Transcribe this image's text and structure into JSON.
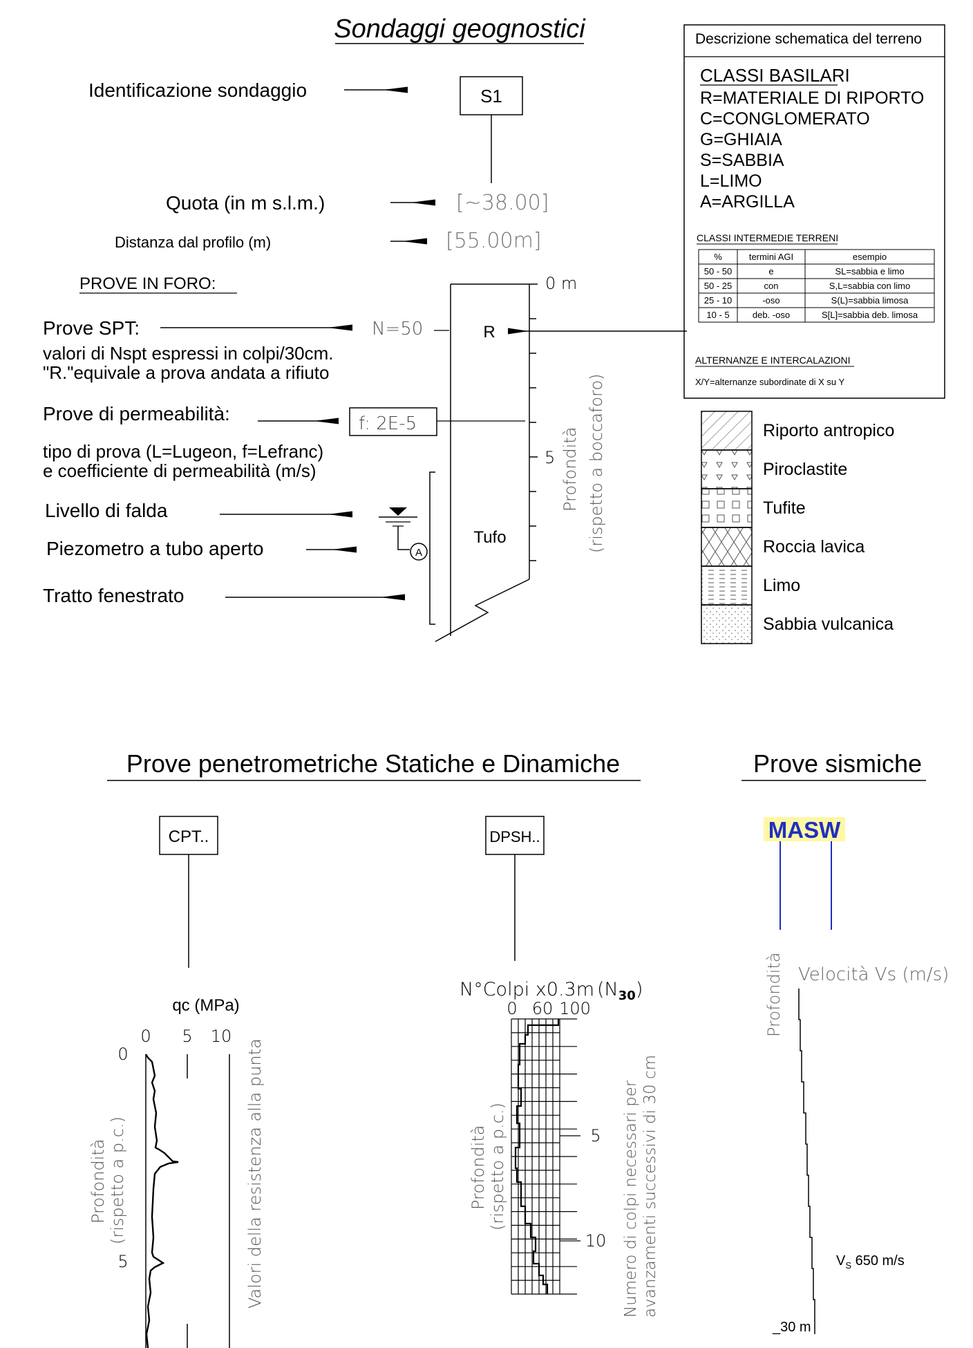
{
  "titles": {
    "sondaggi": "Sondaggi geognostici",
    "penetrometriche": "Prove penetrometriche Statiche e Dinamiche",
    "sismiche": "Prove sismiche"
  },
  "legend": {
    "identificazione": "Identificazione sondaggio",
    "sondaggio_id": "S1",
    "quota_label": "Quota (in m s.l.m.)",
    "quota_value": "[~38.00]",
    "distanza_label": "Distanza dal profilo (m)",
    "distanza_value": "[55.00m]",
    "prove_in_foro": "PROVE IN FORO:",
    "spt_label": "Prove SPT:",
    "spt_value": "N=50",
    "spt_desc1": "valori di Nspt espressi in colpi/30cm.",
    "spt_desc2": "\"R.\"equivale a prova andata a rifiuto",
    "perm_label": "Prove di permeabilità:",
    "perm_value": "f: 2E-5",
    "perm_desc1": "tipo di prova (L=Lugeon, f=Lefranc)",
    "perm_desc2": "e coefficiente di permeabilità (m/s)",
    "falda": "Livello di falda",
    "piezometro": "Piezometro a tubo aperto",
    "piezo_symbol": "A",
    "fenestrato": "Tratto fenestrato",
    "depth0": "0  m",
    "depth5": "5",
    "layer_r": "R",
    "layer_tufo": "Tufo",
    "profondita": "Profondità",
    "rispetto_bocca": "(rispetto a boccaforo)"
  },
  "terrain_box": {
    "title": "Descrizione schematica del terreno",
    "classi_title": "CLASSI BASILARI",
    "classi": [
      "R=MATERIALE DI RIPORTO",
      "C=CONGLOMERATO",
      "G=GHIAIA",
      "S=SABBIA",
      "L=LIMO",
      "A=ARGILLA"
    ],
    "intermedie_title": "CLASSI INTERMEDIE TERRENI",
    "table_headers": [
      "%",
      "termini AGI",
      "esempio"
    ],
    "table_rows": [
      [
        "50 - 50",
        "e",
        "SL=sabbia e limo"
      ],
      [
        "50 - 25",
        "con",
        "S,L=sabbia con limo"
      ],
      [
        "25 - 10",
        "-oso",
        "S(L)=sabbia limosa"
      ],
      [
        "10 - 5",
        "deb. -oso",
        "S[L]=sabbia deb. limosa"
      ]
    ],
    "alternanze_title": "ALTERNANZE E INTERCALAZIONI",
    "alternanze_text": "X/Y=alternanze subordinate di X su Y"
  },
  "lithology": [
    {
      "label": "Riporto antropico",
      "pattern": "hatch"
    },
    {
      "label": "Piroclastite",
      "pattern": "triangles"
    },
    {
      "label": "Tufite",
      "pattern": "squares"
    },
    {
      "label": "Roccia lavica",
      "pattern": "crosshatch"
    },
    {
      "label": "Limo",
      "pattern": "dashes"
    },
    {
      "label": "Sabbia vulcanica",
      "pattern": "dots"
    }
  ],
  "cpt": {
    "id": "CPT..",
    "axis_title": "qc (MPa)",
    "ticks": [
      "0",
      "5",
      "10"
    ],
    "depth_ticks": [
      "0",
      "5"
    ],
    "ylabel1": "Profondità",
    "ylabel2": "(rispetto a p.c.)",
    "side_label": "Valori della resistenza alla punta"
  },
  "dpsh": {
    "id": "DPSH..",
    "axis_title": "N°Colpi x0.3m",
    "axis_unit": "(N",
    "axis_sub": "30",
    "axis_close": ")",
    "ticks": [
      "0",
      "60",
      "100"
    ],
    "depth_ticks": [
      "5",
      "10"
    ],
    "ylabel1": "Profondità",
    "ylabel2": "(rispetto a p.c.)",
    "side_label1": "Numero di colpi necessari per",
    "side_label2": "avanzamenti successivi di 30 cm"
  },
  "masw": {
    "id": "MASW",
    "title": "Velocità Vs (m/s)",
    "ylabel": "Profondità",
    "vs_prefix": "V",
    "vs_sub": "S",
    "vs_value": " 650 m/s",
    "depth_label": "_30 m"
  },
  "colors": {
    "masw_text": "#1f2fbf",
    "masw_bg": "#fff7a6",
    "masw_lines": "#1f2fbf",
    "grey_text": "#666666"
  }
}
